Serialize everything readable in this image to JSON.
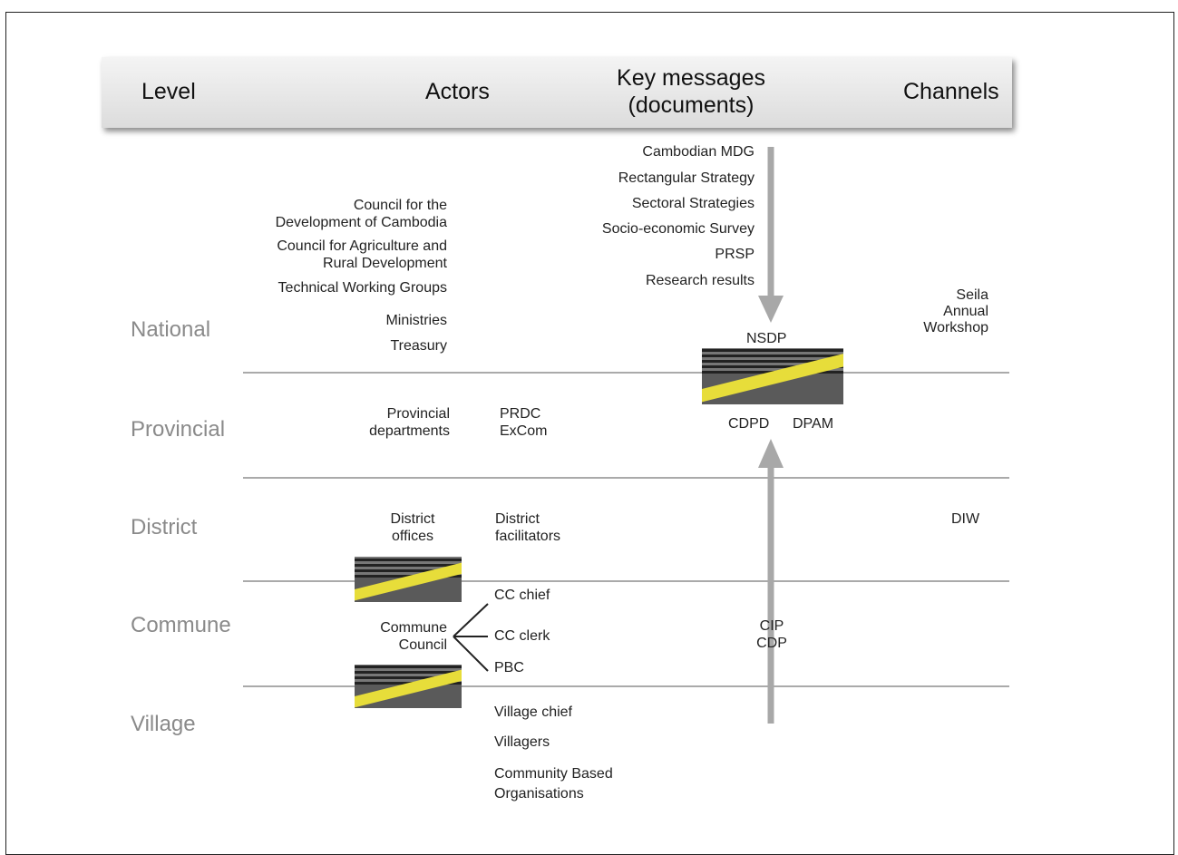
{
  "header": {
    "level": "Level",
    "actors": "Actors",
    "key_messages_line1": "Key messages",
    "key_messages_line2": "(documents)",
    "channels": "Channels"
  },
  "levels": {
    "national": "National",
    "provincial": "Provincial",
    "district": "District",
    "commune": "Commune",
    "village": "Village"
  },
  "national_actors": {
    "cdc_line1": "Council for the",
    "cdc_line2": "Development of Cambodia",
    "card_line1": "Council for Agriculture and",
    "card_line2": "Rural Development",
    "twg": "Technical Working Groups",
    "ministries": "Ministries",
    "treasury": "Treasury"
  },
  "documents": {
    "items": [
      "Cambodian MDG",
      "Rectangular Strategy",
      "Sectoral Strategies",
      "Socio-economic Survey",
      "PRSP",
      "Research results"
    ],
    "nsdp": "NSDP",
    "cdpd": "CDPD",
    "dpam": "DPAM",
    "cip": "CIP",
    "cdp": "CDP"
  },
  "channels": {
    "seila_line1": "Seila",
    "seila_line2": "Annual",
    "seila_line3": "Workshop",
    "diw": "DIW"
  },
  "provincial_actors": {
    "depts_line1": "Provincial",
    "depts_line2": "departments",
    "prdc": "PRDC",
    "excom": "ExCom"
  },
  "district_actors": {
    "offices_line1": "District",
    "offices_line2": "offices",
    "facilitators_line1": "District",
    "facilitators_line2": "facilitators"
  },
  "commune_actors": {
    "council_line1": "Commune",
    "council_line2": "Council",
    "cc_chief": "CC chief",
    "cc_clerk": "CC clerk",
    "pbc": "PBC"
  },
  "village_actors": {
    "chief": "Village chief",
    "villagers": "Villagers",
    "cbo_line1": "Community Based",
    "cbo_line2": "Organisations"
  },
  "colors": {
    "arrow": "#a8a8a8",
    "level_text": "#8a8a8a",
    "tape_yellow": "#e7dd3a"
  }
}
